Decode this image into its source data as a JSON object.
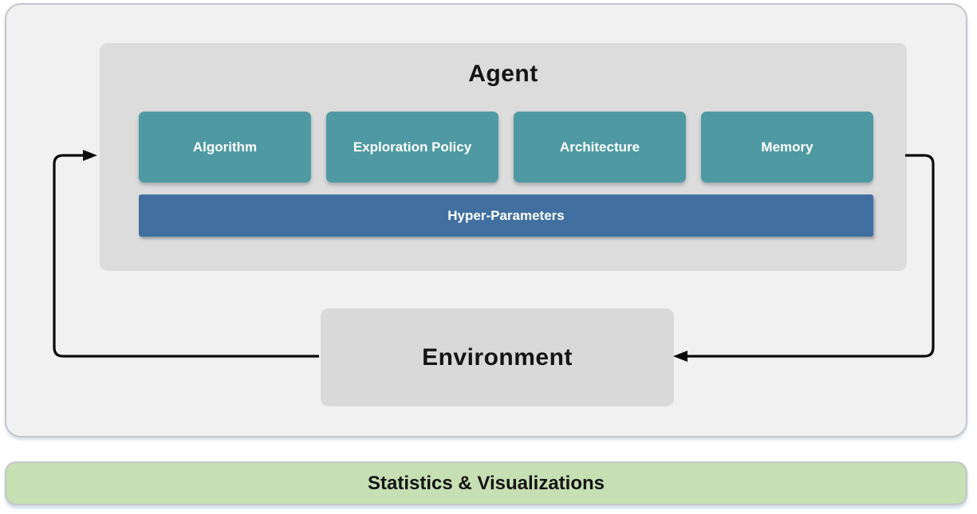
{
  "agent": {
    "title": "Agent",
    "components": [
      {
        "label": "Algorithm"
      },
      {
        "label": "Exploration Policy"
      },
      {
        "label": "Architecture"
      },
      {
        "label": "Memory"
      }
    ],
    "hyper_parameters": {
      "label": "Hyper-Parameters"
    }
  },
  "environment": {
    "label": "Environment"
  },
  "footer": {
    "label": "Statistics & Visualizations"
  },
  "colors": {
    "component_teal": "#4f9aa2",
    "hyper_blue": "#4170a0",
    "agent_gray": "#dcdcdc",
    "environment_gray": "#d9d9d9",
    "panel_gray": "#f1f1f2",
    "footer_green": "#c6e0b4",
    "border_gray": "#c3c6ca",
    "arrow_black": "#0a0a0a"
  }
}
